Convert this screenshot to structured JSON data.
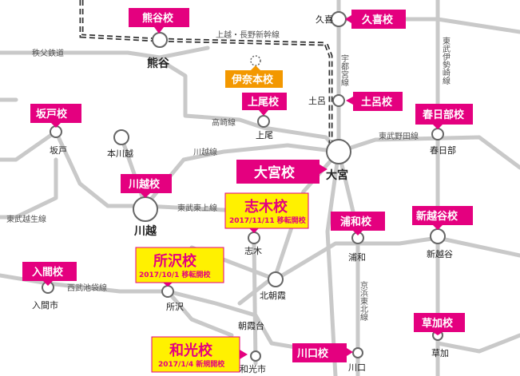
{
  "colors": {
    "school": "#e4007f",
    "school_text": "#ffffff",
    "orange_school": "#f39800",
    "yellow_box": "#fff100",
    "rail": "#c9c9c9",
    "shinkansen": "#333333",
    "station_fill": "#ffffff",
    "station_stroke": "#666666"
  },
  "lines": {
    "chichibu": "秩父鉄道",
    "shinkansen": "上越・長野新幹線",
    "utsunomiya": "宇都宮線",
    "tobu_isesaki": "東武伊勢崎線",
    "takasaki": "高崎線",
    "kawagoe": "川越線",
    "tobu_noda": "東武野田線",
    "tobu_tojo": "東武東上線",
    "tobu_ogose": "東武越生線",
    "seibu_ikebukuro": "西武池袋線",
    "keihin_tohoku": "京浜東北線"
  },
  "stations": {
    "kumagaya": "熊谷",
    "kuki": "久喜",
    "ageo": "上尾",
    "hasuda": "土呂",
    "sakado": "坂戸",
    "hon_kawagoe": "本川越",
    "omiya": "大宮",
    "kasukabe": "春日部",
    "kawagoe": "川越",
    "shiki": "志木",
    "urawa": "浦和",
    "shin_koshigaya": "新越谷",
    "irumashi": "入間市",
    "tokorozawa": "所沢",
    "kita_asaka": "北朝霞",
    "asakadai": "朝霞台",
    "wakoshi": "和光市",
    "soka": "草加",
    "kawaguchi": "川口"
  },
  "schools": {
    "kumagaya": "熊谷校",
    "kuki": "久喜校",
    "inahon": "伊奈本校",
    "ageo": "上尾校",
    "toro": "土呂校",
    "sakado": "坂戸校",
    "kasukabe": "春日部校",
    "omiya": "大宮校",
    "kawagoe": "川越校",
    "shiki": "志木校",
    "shiki_note": "2017/11/11 移転開校",
    "urawa": "浦和校",
    "shin_koshigaya": "新越谷校",
    "iruma": "入間校",
    "tokorozawa": "所沢校",
    "tokorozawa_note": "2017/10/1 移転開校",
    "soka": "草加校",
    "wako": "和光校",
    "wako_note": "2017/1/4 新規開校",
    "kawaguchi": "川口校"
  }
}
